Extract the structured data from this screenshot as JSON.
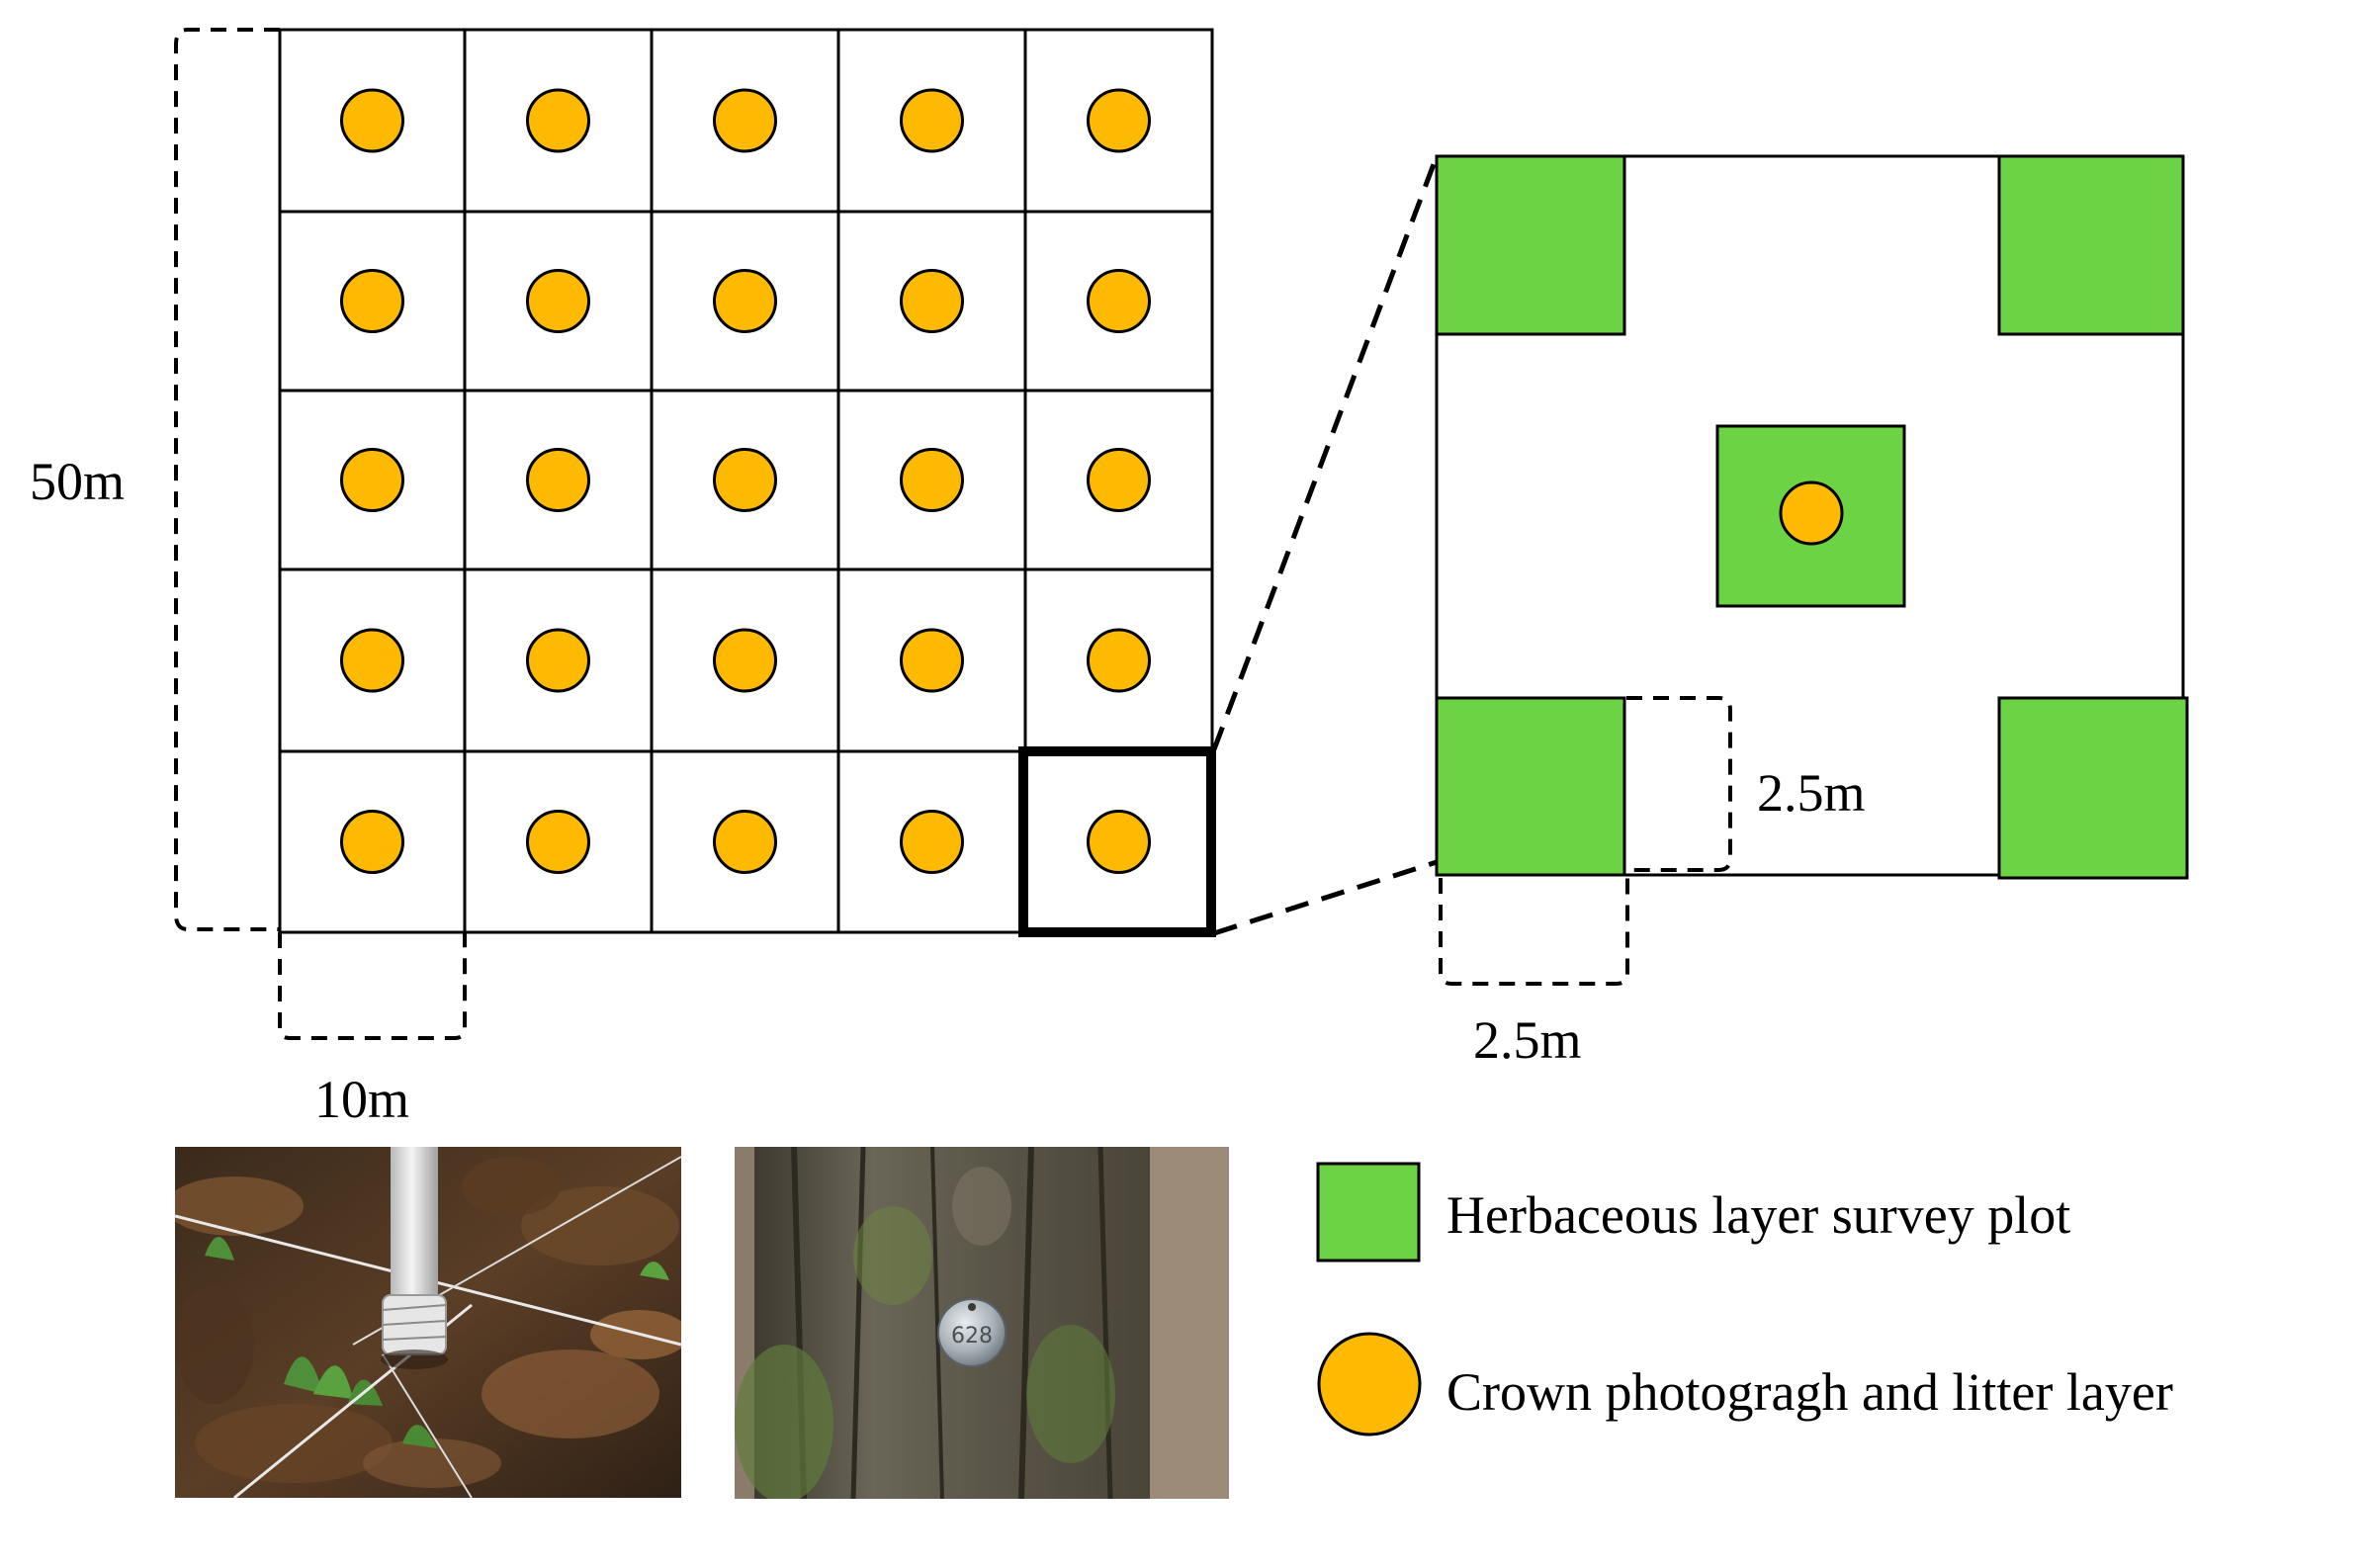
{
  "labels": {
    "plot_height": "50m",
    "cell_width": "10m",
    "herb_plot_height": "2.5m",
    "herb_plot_width": "2.5m"
  },
  "grid": {
    "rows": 5,
    "cols": 5
  },
  "legend": {
    "herbaceous": "Herbaceous layer survey plot",
    "crown": "Crown photogragh and litter layer"
  },
  "photos": {
    "tree_tag_number": "628"
  },
  "colors": {
    "green": "#6CD444",
    "orange": "#FDBA00",
    "line": "#000000",
    "background": "#FFFFFF"
  }
}
